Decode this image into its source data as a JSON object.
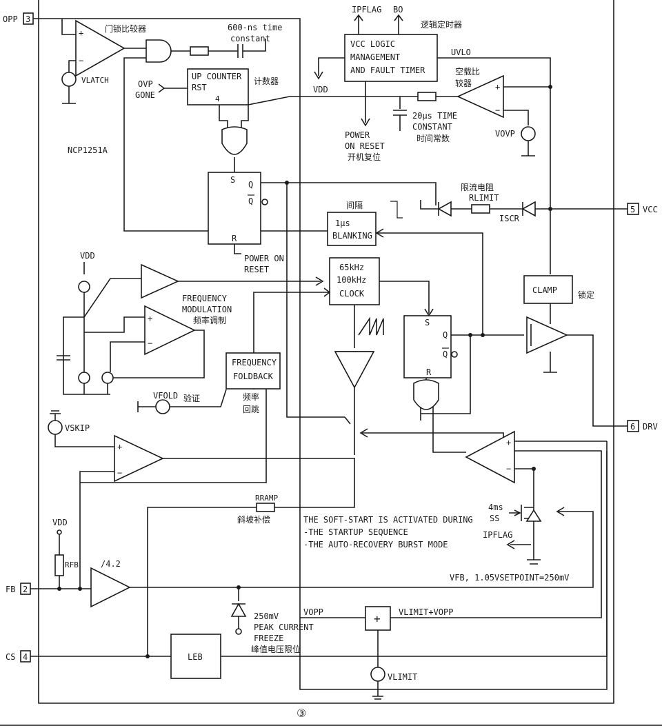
{
  "chip_name": "NCP1251A",
  "page_number": "③",
  "pins": {
    "opp": {
      "name": "OPP",
      "num": "3"
    },
    "vcc": {
      "name": "VCC",
      "num": "5"
    },
    "drv": {
      "name": "DRV",
      "num": "6"
    },
    "fb": {
      "name": "FB",
      "num": "2"
    },
    "cs": {
      "name": "CS",
      "num": "4"
    }
  },
  "labels": {
    "latch_cmp": "门锁比较器",
    "vlatch": "VLATCH",
    "t600_1": "600-ns time",
    "t600_2": "constant",
    "ipflag_top": "IPFLAG",
    "bo_top": "BO",
    "logic_timer": "逻辑定时器",
    "vcc_logic_1": "VCC LOGIC",
    "vcc_logic_2": "MANAGEMENT",
    "vcc_logic_3": "AND FAULT TIMER",
    "uvlo": "UVLO",
    "ovp_1": "OVP",
    "ovp_2": "GONE",
    "up_counter": "UP COUNTER",
    "rst": "RST",
    "counter_cn": "计数器",
    "counter_out": "4",
    "vdd_top": "VDD",
    "noload_cmp_1": "空载比",
    "noload_cmp_2": "较器",
    "t20_1": "20μs TIME",
    "t20_2": "CONSTANT",
    "t20_cn": "时间常数",
    "vovp": "VOVP",
    "por_1": "POWER",
    "por_2": "ON RESET",
    "por_cn": "开机复位",
    "ff_s": "S",
    "ff_q": "Q",
    "ff_qbar": "Q",
    "ff_r": "R",
    "por_b1": "POWER ON",
    "por_b2": "RESET",
    "limit_res_cn": "限流电阻",
    "rlimit": "RLIMIT",
    "iscr": "ISCR",
    "blank_cn": "间隔",
    "blank_1": "1μs",
    "blank_2": "BLANKING",
    "vdd_mid": "VDD",
    "freq_mod_1": "FREQUENCY",
    "freq_mod_2": "MODULATION",
    "freq_mod_cn": "频率调制",
    "clk_1": "65kHz",
    "clk_2": "100kHz",
    "clk_3": "CLOCK",
    "clamp": "CLAMP",
    "clamp_cn": "锁定",
    "ff2_s": "S",
    "ff2_q": "Q",
    "ff2_qbar": "Q",
    "ff2_r": "R",
    "fold_1": "FREQUENCY",
    "fold_2": "FOLDBACK",
    "fold_cn_1": "频率",
    "fold_cn_2": "回跳",
    "vfold": "VFOLD",
    "verify_cn": "验证",
    "vskip": "VSKIP",
    "rramp": "RRAMP",
    "ramp_cn": "斜坡补偿",
    "vdd_low": "VDD",
    "rfb": "RFB",
    "div42": "/4.2",
    "ss_1": "THE SOFT-START IS ACTIVATED DURING",
    "ss_2": "-THE STARTUP SEQUENCE",
    "ss_3": "-THE AUTO-RECOVERY BURST MODE",
    "ss4ms": "4ms",
    "ss": "SS",
    "ipflag_low": "IPFLAG",
    "vfb_note": "VFB, 1.05VSETPOINT=250mV",
    "v250": "250mV",
    "peak_1": "PEAK CURRENT",
    "peak_2": "FREEZE",
    "peak_cn": "峰值电压限位",
    "vopp": "VOPP",
    "vlimit_sum": "VLIMIT+VOPP",
    "sum_plus": "+",
    "leb": "LEB",
    "vlimit": "VLIMIT"
  }
}
